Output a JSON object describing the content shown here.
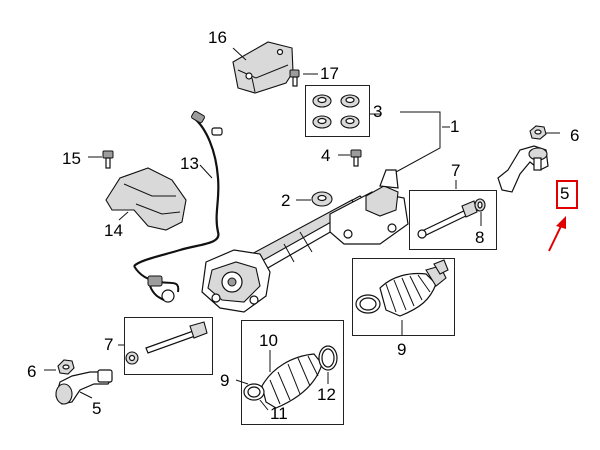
{
  "callouts": {
    "c1": "1",
    "c2": "2",
    "c3": "3",
    "c4": "4",
    "c5": "5",
    "c5_right": "5",
    "c5_left": "5",
    "c6_right": "6",
    "c6_left": "6",
    "c7_right": "7",
    "c7_left": "7",
    "c8": "8",
    "c9_right": "9",
    "c9_left": "9",
    "c10": "10",
    "c11": "11",
    "c12": "12",
    "c13": "13",
    "c14": "14",
    "c15": "15",
    "c16": "16",
    "c17": "17"
  },
  "colors": {
    "highlight": "#e00000",
    "arrow": "#e00000",
    "ink": "#111111"
  }
}
